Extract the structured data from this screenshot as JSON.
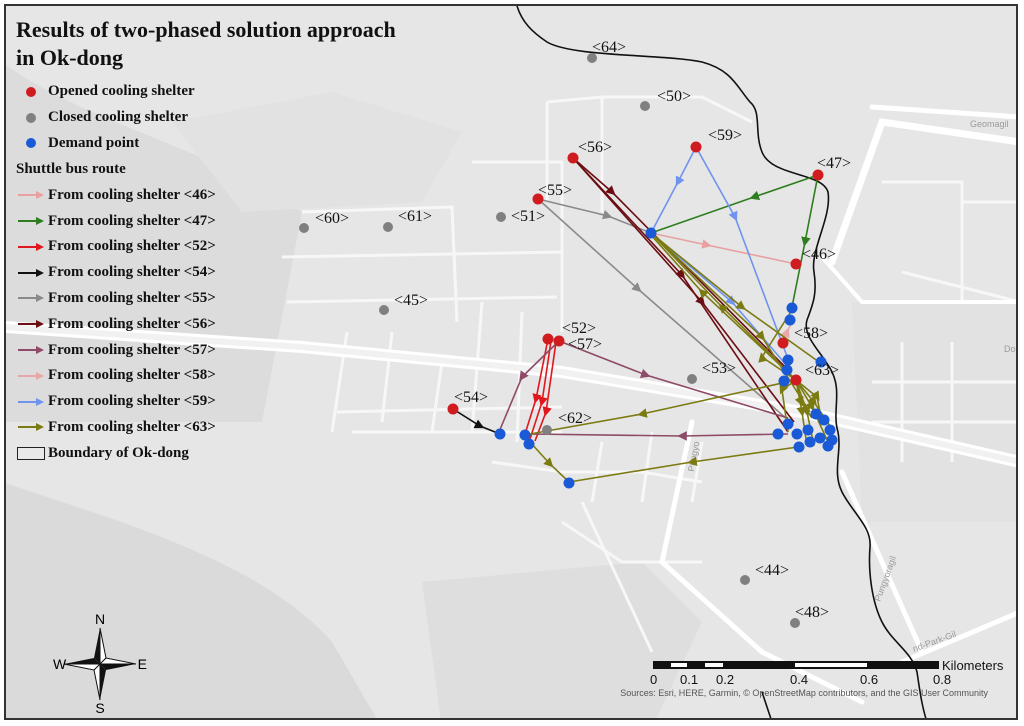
{
  "title_line1": "Results of two-phased solution approach",
  "title_line2": "in Ok-dong",
  "legend": {
    "opened": "Opened cooling shelter",
    "closed": "Closed cooling shelter",
    "demand": "Demand point",
    "route_heading": "Shuttle bus route",
    "boundary": "Boundary of Ok-dong",
    "routes": [
      {
        "label": "From cooling shelter <46>",
        "color": "#e8a0a0"
      },
      {
        "label": "From cooling shelter <47>",
        "color": "#2e7d1f"
      },
      {
        "label": "From cooling shelter <52>",
        "color": "#e0181e"
      },
      {
        "label": "From cooling shelter <54>",
        "color": "#111111"
      },
      {
        "label": "From cooling shelter <55>",
        "color": "#8a8a8a"
      },
      {
        "label": "From cooling shelter <56>",
        "color": "#6b0d12"
      },
      {
        "label": "From cooling shelter <57>",
        "color": "#8e4a66"
      },
      {
        "label": "From cooling shelter <58>",
        "color": "#e9a8a8"
      },
      {
        "label": "From cooling shelter <59>",
        "color": "#6f93ee"
      },
      {
        "label": "From cooling shelter <63>",
        "color": "#7b7b12"
      }
    ]
  },
  "colors": {
    "opened": "#d01c1f",
    "closed": "#808080",
    "demand": "#1a5ad6"
  },
  "shelter_labels": {
    "s44": "<44>",
    "s45": "<45>",
    "s46": "<46>",
    "s47": "<47>",
    "s48": "<48>",
    "s50": "<50>",
    "s51": "<51>",
    "s52": "<52>",
    "s53": "<53>",
    "s54": "<54>",
    "s55": "<55>",
    "s56": "<56>",
    "s57": "<57>",
    "s58": "<58>",
    "s59": "<59>",
    "s60": "<60>",
    "s61": "<61>",
    "s62": "<62>",
    "s63": "<63>",
    "s64": "<64>"
  },
  "streets": {
    "geomagil": "Geomagil",
    "pungyo": "Pungyo",
    "pungyoragil": "Pungyoragil",
    "park_gil": "nd-Park-Gil",
    "do": "Do"
  },
  "compass": {
    "n": "N",
    "s": "S",
    "e": "E",
    "w": "W"
  },
  "scale": {
    "unit": "Kilometers",
    "ticks": [
      "0",
      "0.1",
      "0.2",
      "0.4",
      "0.6",
      "0.8"
    ]
  },
  "attribution": "Sources: Esri, HERE, Garmin, © OpenStreetMap contributors, and the GIS User Community"
}
